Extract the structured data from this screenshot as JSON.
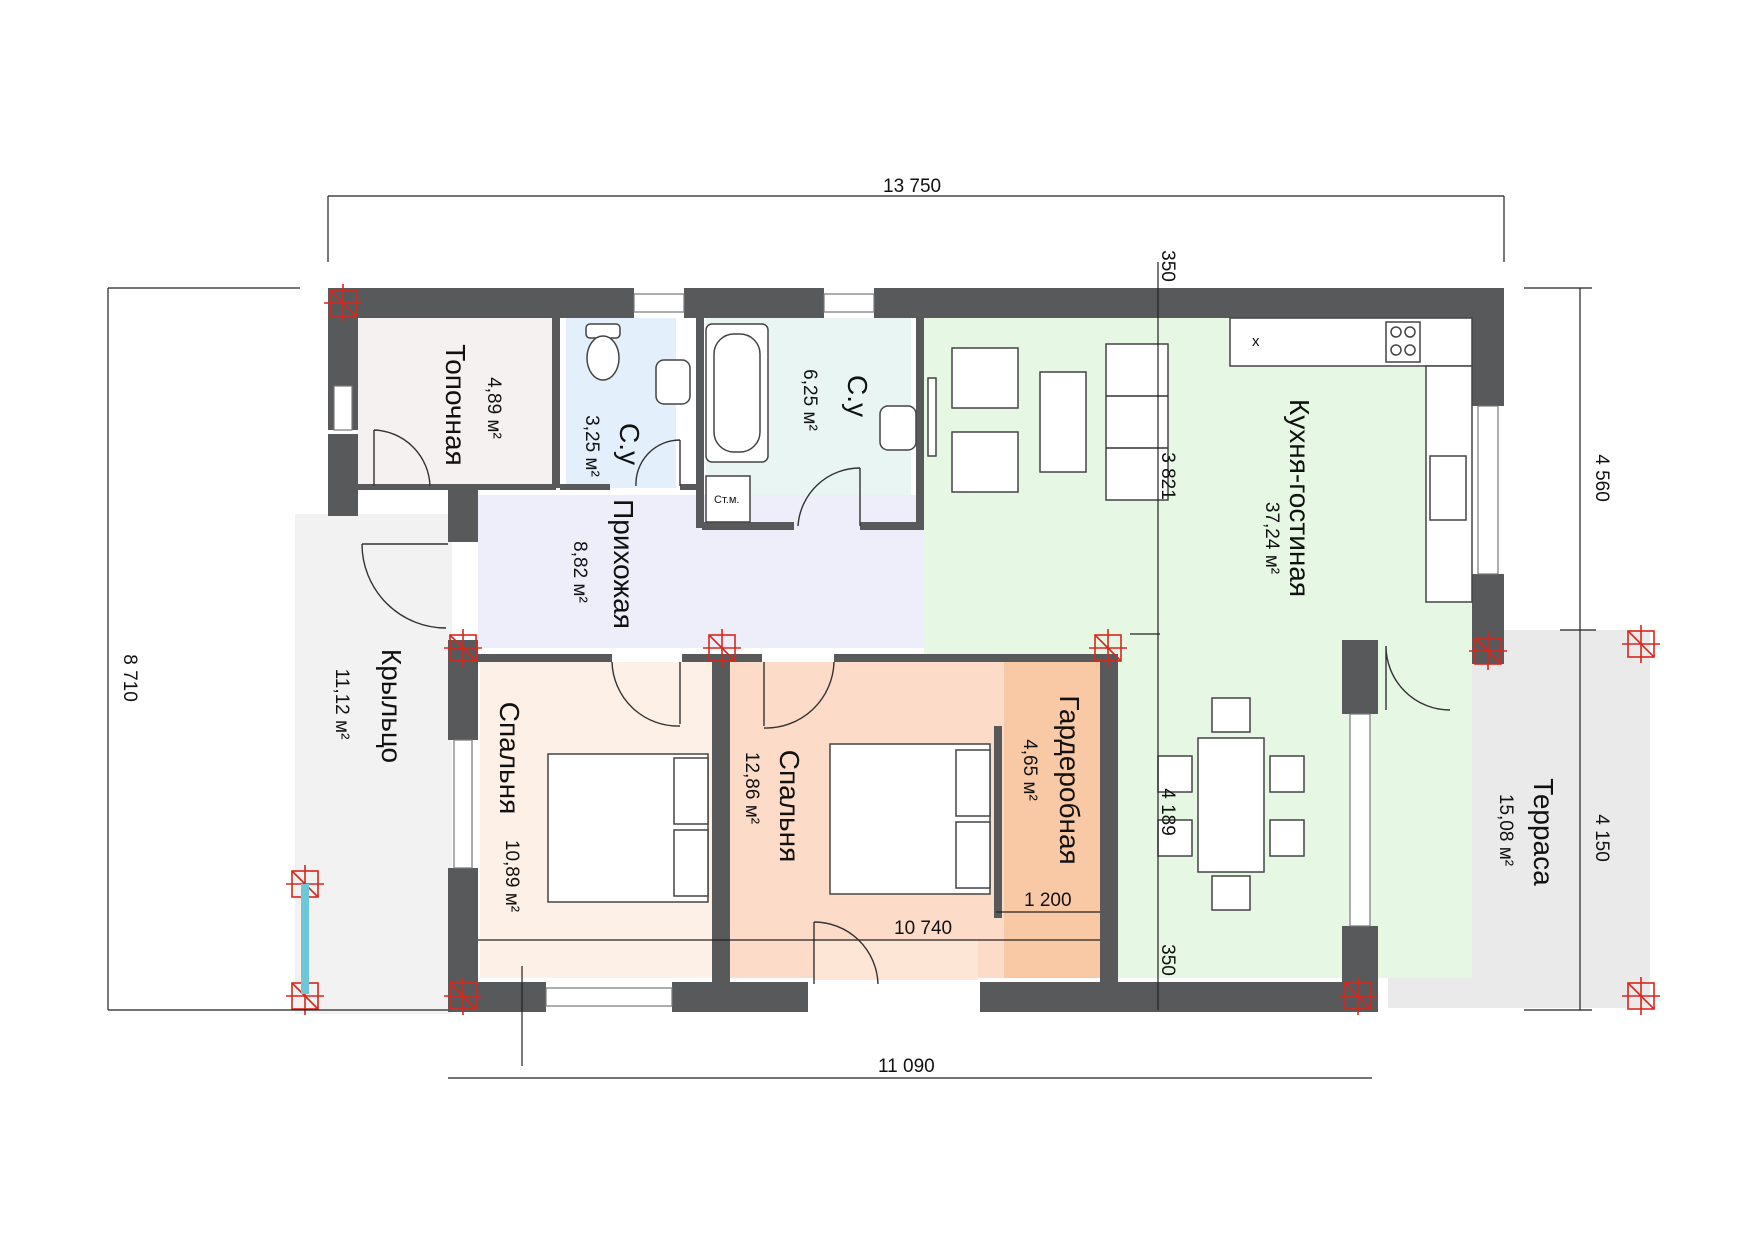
{
  "rooms": {
    "boiler": {
      "name": "Топочная",
      "area": "4,89 м²"
    },
    "wc_small": {
      "name": "С.у",
      "area": "3,25 м²"
    },
    "wc_big": {
      "name": "С.у",
      "area": "6,25 м²"
    },
    "hall": {
      "name": "Прихожая",
      "area": "8,82 м²"
    },
    "kitchen": {
      "name": "Кухня-гостиная",
      "area": "37,24 м²"
    },
    "porch": {
      "name": "Крыльцо",
      "area": "11,12 м²"
    },
    "bed1": {
      "name": "Спальня",
      "area": "10,89 м²"
    },
    "bed2": {
      "name": "Спальня",
      "area": "12,86 м²"
    },
    "wardrobe": {
      "name": "Гардеробная",
      "area": "4,65 м²"
    },
    "terrace": {
      "name": "Терраса",
      "area": "15,08 м²"
    }
  },
  "fixtures": {
    "washer": "Ст.м.",
    "stove_mark": "x"
  },
  "dimensions": {
    "top_total": "13 750",
    "left_total": "8 710",
    "right_upper": "4 560",
    "right_lower": "4 150",
    "bottom_total": "11 090",
    "inner_horizontal": "10 740",
    "wardrobe_width": "1 200",
    "wall_top": "350",
    "wall_bottom": "350",
    "inner_upper": "3 821",
    "inner_lower": "4 189"
  },
  "colors": {
    "wall": "#58595b",
    "kitchen": "#e6f7e3",
    "hall": "#eeeefb",
    "boiler": "#f4f1f0",
    "wc_small": "#e3effb",
    "wc_big": "#e8f5f3",
    "bed1": "#fdf0e6",
    "bed2": "#fcdcc8",
    "wardrobe": "#f9c9a6",
    "terrace": "#eaeaea",
    "pillar": "#d9261c"
  }
}
